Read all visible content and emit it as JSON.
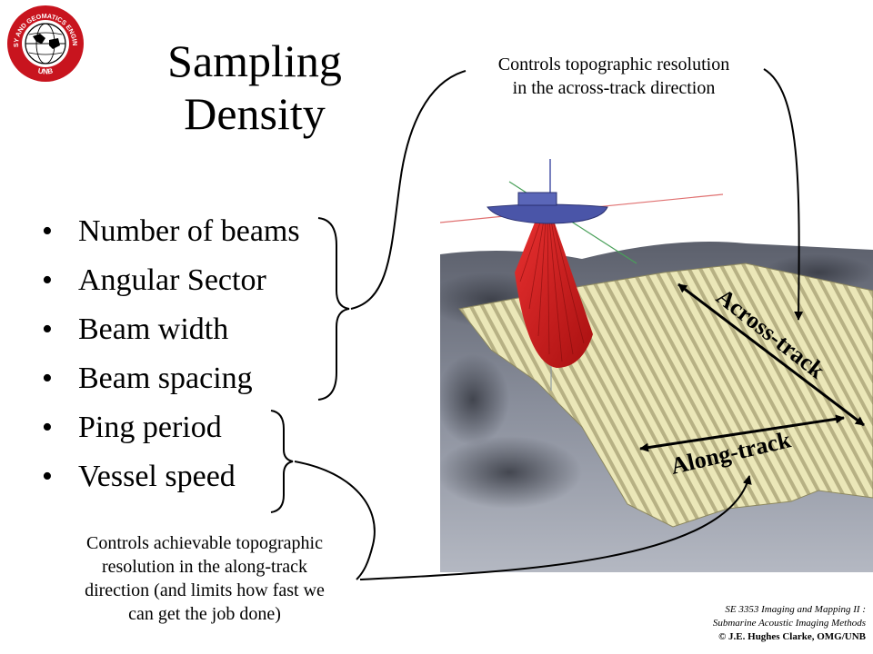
{
  "logo": {
    "top_text": "GEODESY AND GEOMATICS ENGINEERING",
    "bottom_text": "UNB"
  },
  "title": {
    "line1": "Sampling",
    "line2": "Density"
  },
  "bullets": [
    "Number of beams",
    "Angular Sector",
    "Beam width",
    "Beam spacing",
    "Ping period",
    "Vessel speed"
  ],
  "callouts": {
    "top_line1": "Controls topographic resolution",
    "top_line2": "in the across-track direction",
    "bottom_line1": "Controls achievable topographic",
    "bottom_line2": "resolution in the along-track",
    "bottom_line3": "direction (and limits how fast we",
    "bottom_line4": "can get the job done)"
  },
  "scene_labels": {
    "across": "Across-track",
    "along": "Along-track"
  },
  "footer": {
    "line1": "SE 3353 Imaging and Mapping II :",
    "line2": "Submarine Acoustic Imaging Methods",
    "line3": "© J.E. Hughes Clarke, OMG/UNB"
  },
  "colors": {
    "seafloor": "#7d8290",
    "swath": "#e8e4b4",
    "beam": "#d42020",
    "vessel": "#4a55a8",
    "logo_red": "#c8141e"
  }
}
